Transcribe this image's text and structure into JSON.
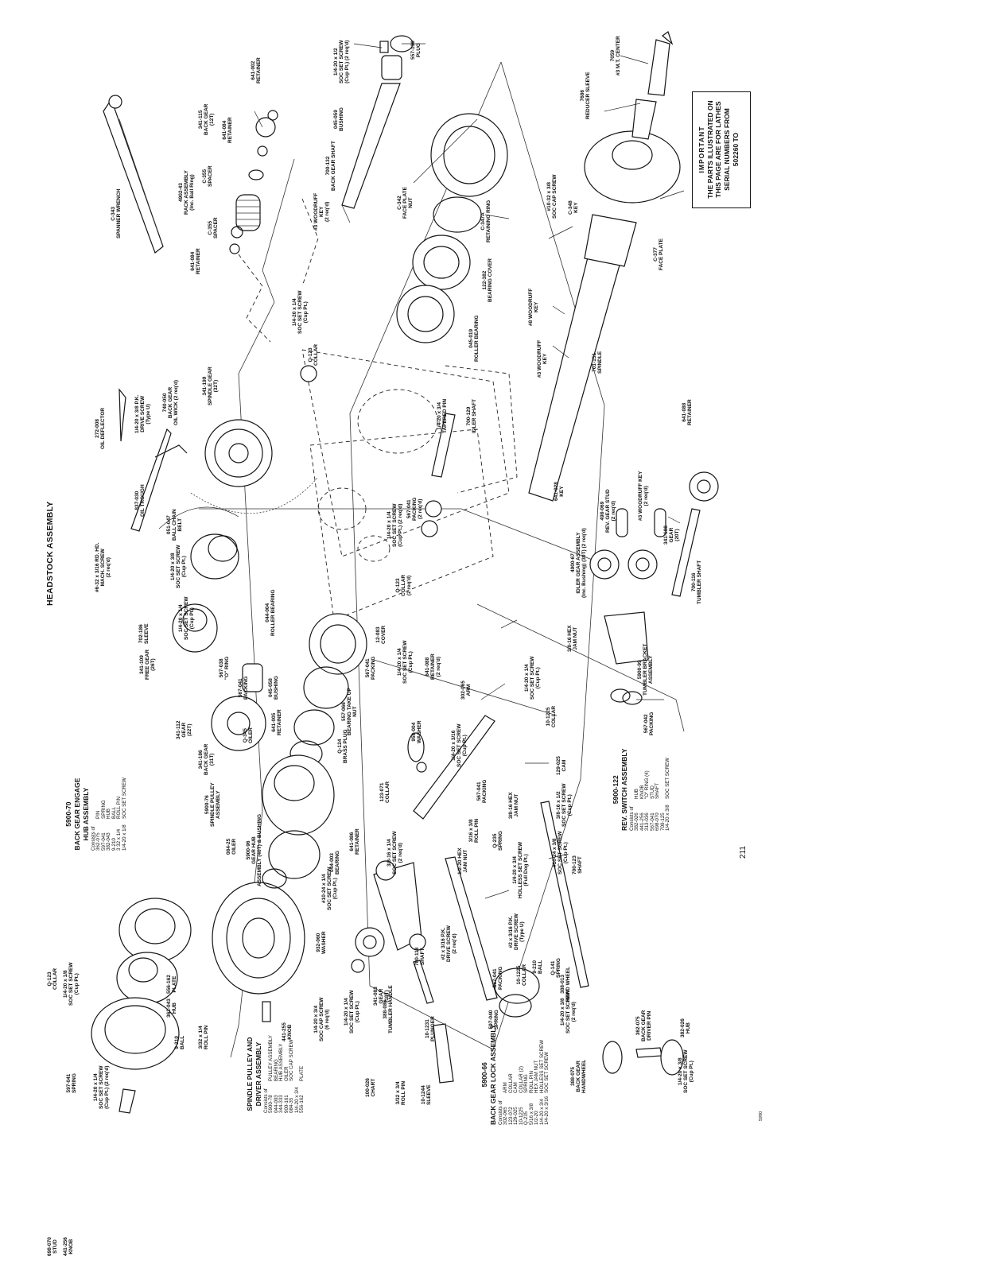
{
  "page_title": "HEADSTOCK ASSEMBLY",
  "page_number": "211",
  "corner_code": "5990",
  "important_box": {
    "heading": "IMPORTANT",
    "lines": [
      "THE PARTS ILLUSTRATED ON",
      "THIS PAGE ARE FOR LATHES",
      "SERIAL NUMBERS FROM",
      "502260 TO"
    ]
  },
  "assemblies": {
    "back_gear_engage": {
      "number": "5900-70",
      "title_1": "BACK GEAR ENGAGE",
      "title_2": "HUB ASSEMBLY",
      "consists": "Consists of",
      "items": [
        [
          "362-075",
          "PIN"
        ],
        [
          "597-041",
          "SPRING"
        ],
        [
          "382-043",
          "HUB"
        ],
        [
          "9-210",
          "BALL"
        ],
        [
          "3 32 x 1/4",
          "ROLL PIN"
        ],
        [
          "1/4-20 x 1/8",
          "SOC SET SCREW"
        ]
      ]
    },
    "spindle_pulley": {
      "title_1": "SPINDLE PULLEY AND",
      "title_2": "DRIVER ASSEMBLY",
      "consists": "Consists of",
      "items": [
        [
          "5900-78",
          "PULLEY ASSEMBLY"
        ],
        [
          "044-003",
          "BEARING"
        ],
        [
          "344-333",
          "HUB ASSEMBLY"
        ],
        [
          "900-161",
          "OILER"
        ],
        [
          "084-35",
          "SOC CAP SCREW"
        ],
        [
          "1/4-20 x 3/4",
          ""
        ],
        [
          "556-162",
          "PLATE"
        ]
      ]
    },
    "back_gear_lock": {
      "number": "5900-66",
      "title_1": "BACK GEAR LOCK ASSEMBLY",
      "consists": "Consists of",
      "items": [
        [
          "302-065",
          "ARM"
        ],
        [
          "123-072",
          "COLLAR"
        ],
        [
          "129-025",
          "CAM"
        ],
        [
          "10-1225",
          "COLLAR (2)"
        ],
        [
          "Q-235",
          "SPRING"
        ],
        [
          "5/16 x 3/8",
          "ROLL PIN"
        ],
        [
          "1/2-20",
          "HEX JAM NUT"
        ],
        [
          "1/4-20 x 3/4",
          "HOLLESS SET SCREW"
        ],
        [
          "1/4-20 x 3/16",
          "SOC SET SCREW"
        ]
      ]
    },
    "rev_switch": {
      "number": "5900-122",
      "title_1": "REV. SWITCH ASSEMBLY",
      "consists": "Consists of",
      "items": [
        [
          "382-026",
          "HUB"
        ],
        [
          "441-256",
          "KNOB"
        ],
        [
          "313-036",
          "\"O\" RING (4)"
        ],
        [
          "567-041",
          "STUD"
        ],
        [
          "698-070",
          "SHAFT"
        ],
        [
          "700-125",
          ""
        ],
        [
          "1/4-20 x 3/8",
          "SOC SET SCREW"
        ]
      ]
    }
  },
  "parts": [
    {
      "code": "C-343",
      "name": "SPANNER WRENCH"
    },
    {
      "code": "641-084",
      "name": "RETAINER"
    },
    {
      "code": "C-355",
      "name": "SPACER"
    },
    {
      "code": "4902-43",
      "name": "RACK ASSEMBLY",
      "note": "(Inc. Ball Ring)"
    },
    {
      "code": "C-355",
      "name": "SPACER"
    },
    {
      "code": "641-084",
      "name": "RETAINER"
    },
    {
      "code": "341-115",
      "name": "BACK GEAR",
      "note": "(12T)"
    },
    {
      "code": "641-002",
      "name": "RETAINER"
    },
    {
      "code": "1/4-20 x 1/2",
      "name": "SOC SET SCREW",
      "note": "(Cup Pt.) (2 req'd)"
    },
    {
      "code": "557-130",
      "name": "PLUG"
    },
    {
      "code": "045-059",
      "name": "BUSHING"
    },
    {
      "code": "700-132",
      "name": "BACK GEAR SHAFT"
    },
    {
      "code": "#3 WOODRUFF",
      "name": "KEY",
      "note": "(2 req'd)"
    },
    {
      "code": "C-342",
      "name": "FACE PLATE",
      "note": "NUT"
    },
    {
      "code": "C-347A",
      "name": "RETAINING RING"
    },
    {
      "code": "122-382",
      "name": "BEARING COVER"
    },
    {
      "code": "045-019",
      "name": "ROLLER BEARING"
    },
    {
      "code": "1/4-20 x 1/4",
      "name": "SOC SET SCREW",
      "note": "(Cup Pt.)"
    },
    {
      "code": "Q-123",
      "name": "COLLAR"
    },
    {
      "code": "7059",
      "name": "#3 M.T. CENTER"
    },
    {
      "code": "7686",
      "name": "REDUCER SLEEVE"
    },
    {
      "code": "#10-32 x 3/8",
      "name": "SOC CAP SCREW"
    },
    {
      "code": "C-348",
      "name": "KEY"
    },
    {
      "code": "C-377",
      "name": "FACE PLATE"
    },
    {
      "code": "#8 WOODRUFF",
      "name": "KEY"
    },
    {
      "code": "701-151",
      "name": "SPINDLE"
    },
    {
      "code": "#3 WOODRUFF",
      "name": "KEY"
    },
    {
      "code": "272-008",
      "name": "OIL DEFLECTOR"
    },
    {
      "code": "1/4-20 x 3/8 P.K.",
      "name": "DRIVE SCREW",
      "note": "(Type U)"
    },
    {
      "code": "740-050",
      "name": "BACK GEAR",
      "note": "OIL WICK (2 req'd)"
    },
    {
      "code": "341-199",
      "name": "SPINDLE GEAR",
      "note": "(32T)"
    },
    {
      "code": "837-030",
      "name": "OIL TROUGH"
    },
    {
      "code": "051-047",
      "name": "BALL CHAIN",
      "note": "BELT"
    },
    {
      "code": "1/4-20 x 3/4",
      "name": "TAPERED PIN"
    },
    {
      "code": "700-129",
      "name": "IDLER SHAFT"
    },
    {
      "code": "567-041",
      "name": "PACKING",
      "note": "(2 req'd)"
    },
    {
      "code": "1/4-20 x 1/4",
      "name": "SOC SET SCREW",
      "note": "(Cup Pt.) (2 req'd)"
    },
    {
      "code": "Q-123",
      "name": "COLLAR",
      "note": "(2 req'd)"
    },
    {
      "code": "641-028",
      "name": "KEY"
    },
    {
      "code": "498-069",
      "name": "REV. GEAR STUD",
      "note": "(2 req'd)"
    },
    {
      "code": "#3 WOODRUFF KEY",
      "name": "",
      "note": "(2 req'd)"
    },
    {
      "code": "641-088",
      "name": "RETAINER"
    },
    {
      "code": "341-108",
      "name": "GEAR",
      "note": "(20T)"
    },
    {
      "code": "700-116",
      "name": "TUMBLER SHAFT"
    },
    {
      "code": "4900-67",
      "name": "IDLER GEAR ASSEMBLY",
      "note": "(Inc. Bushing) (30T) (2 req'd)"
    },
    {
      "code": "3/8-16 HEX",
      "name": "JAM NUT"
    },
    {
      "code": "5900-99",
      "name": "TUMBLER BRACKET",
      "note": "ASSEMBLY"
    },
    {
      "code": "567-042",
      "name": "PACKING"
    },
    {
      "code": "#6-32 x 3/16 RD. HD.",
      "name": "MACH. SCREW",
      "note": "(2 req'd)"
    },
    {
      "code": "1/4-20 x 3/8",
      "name": "SOC SET SCREW",
      "note": "(Cup Pt.)"
    },
    {
      "code": "702-186",
      "name": "SLEEVE"
    },
    {
      "code": "1/4-20 x 1/4",
      "name": "SOC SET SCREW",
      "note": "(Cup Pt.)"
    },
    {
      "code": "341-109",
      "name": "FREE GEAR",
      "note": "(26T)"
    },
    {
      "code": "567-038",
      "name": "\"O\" RING"
    },
    {
      "code": "044-004",
      "name": "ROLLER BEARING"
    },
    {
      "code": "567-041",
      "name": "PACKING"
    },
    {
      "code": "12-083",
      "name": "COVER"
    },
    {
      "code": "567-041",
      "name": "PACKING"
    },
    {
      "code": "Q-345",
      "name": "OILER"
    },
    {
      "code": "045-058",
      "name": "BUSHING"
    },
    {
      "code": "1/4-20 x 1/4",
      "name": "SOC SET SCREW",
      "note": "(Cup Pt.)"
    },
    {
      "code": "641-088",
      "name": "RETAINER",
      "note": "(2 req'd)"
    },
    {
      "code": "341-112",
      "name": "GEAR",
      "note": "(22T)"
    },
    {
      "code": "341-186",
      "name": "BACK GEAR",
      "note": "(31T)"
    },
    {
      "code": "641-005",
      "name": "RETAINER"
    },
    {
      "code": "Q-124",
      "name": "BRASS PLUG"
    },
    {
      "code": "557-066",
      "name": "BEARING TAKE UP",
      "note": "NUT"
    },
    {
      "code": "959-004",
      "name": "WASHER"
    },
    {
      "code": "123-071",
      "name": "COLLAR"
    },
    {
      "code": "1/4-20 x 3/16",
      "name": "SOC SET SCREW",
      "note": "(Cup Pt.)"
    },
    {
      "code": "302-065",
      "name": "ARM"
    },
    {
      "code": "1/4-20 x 1/4",
      "name": "SOC SET SCREW",
      "note": "(Cup Pt.)"
    },
    {
      "code": "10-1225",
      "name": "COLLAR"
    },
    {
      "code": "129-025",
      "name": "CAM"
    },
    {
      "code": "567-041",
      "name": "PACKING"
    },
    {
      "code": "3/8-16 HEX",
      "name": "JAM NUT"
    },
    {
      "code": "Q-235",
      "name": "SPRING"
    },
    {
      "code": "3/8-16 x 1/2",
      "name": "SOC SET SCREW",
      "note": "(Cup Pt.)"
    },
    {
      "code": "#10-24 x 3/8",
      "name": "SOC SET SCREW",
      "note": "(Cup Pt.)"
    },
    {
      "code": "3/16 x 3/8",
      "name": "ROLL PIN"
    },
    {
      "code": "700-123",
      "name": "SHAFT"
    },
    {
      "code": "5900-76",
      "name": "SPINDLE PULLEY",
      "note": "ASSEMBLY"
    },
    {
      "code": "084-25",
      "name": "OILER"
    },
    {
      "code": "5900-96",
      "name": "GEAR HUB",
      "note": "ASSEMBLY (40T) & BUSHING"
    },
    {
      "code": "641-086",
      "name": "RETAINER"
    },
    {
      "code": "044-003",
      "name": "BEARING"
    },
    {
      "code": "3/8-16 x 1/4",
      "name": "SOC SET SCREW",
      "note": "(2 req'd)"
    },
    {
      "code": "1/2-20 HEX",
      "name": "JAM NUT"
    },
    {
      "code": "1/4-20 x 3/4",
      "name": "HOLLESS SET SCREW",
      "note": "(Full Dog Pt.)"
    },
    {
      "code": "#2 x 3/16 P.K.",
      "name": "DRIVE SCREW",
      "note": "(Type U)"
    },
    {
      "code": "10-1225",
      "name": "COLLAR"
    },
    {
      "code": "567-041",
      "name": "PACKING"
    },
    {
      "code": "9-210",
      "name": "BALL"
    },
    {
      "code": "Q-141",
      "name": "SPRING"
    },
    {
      "code": "388-013",
      "name": "HAND WHEEL"
    },
    {
      "code": "1/4-20 x 3/8",
      "name": "SOC SET SCREW",
      "note": "(2 req'd)"
    },
    {
      "code": "#2 x 3/16 P.K.",
      "name": "DRIVE SCREW",
      "note": "(2 req'd)"
    },
    {
      "code": "700-118",
      "name": "SHAFT"
    },
    {
      "code": "#10-24 x 1/4",
      "name": "SOC SET SCREW",
      "note": "(Cup Pt.)"
    },
    {
      "code": "932-060",
      "name": "WASHER"
    },
    {
      "code": "341-083",
      "name": "GEAR",
      "note": "(18T)"
    },
    {
      "code": "388-086",
      "name": "TUMBLER HANDLE"
    },
    {
      "code": "10-1231",
      "name": "PLUNGER"
    },
    {
      "code": "597-040",
      "name": "SPRING"
    },
    {
      "code": "100-026",
      "name": "CHART"
    },
    {
      "code": "3/32 x 3/4",
      "name": "ROLL PIN"
    },
    {
      "code": "10-1244",
      "name": "SLEEVE"
    },
    {
      "code": "441-255",
      "name": "KNOB"
    },
    {
      "code": "1/4-20 x 3/4",
      "name": "SOC CAP SCREW",
      "note": "(6 req'd)"
    },
    {
      "code": "1/4-20 x 1/4",
      "name": "SOC SET SCREW",
      "note": "(Cup Pt.)"
    },
    {
      "code": "Q-123",
      "name": "COLLAR"
    },
    {
      "code": "1/4-20 x 1/8",
      "name": "SOC SET SCREW",
      "note": "(Cup Pt.)"
    },
    {
      "code": "556-162",
      "name": "PLATE"
    },
    {
      "code": "362-043",
      "name": "HUB"
    },
    {
      "code": "9-210",
      "name": "BALL"
    },
    {
      "code": "3/32 x 1/4",
      "name": "ROLL PIN"
    },
    {
      "code": "597-041",
      "name": "SPRING"
    },
    {
      "code": "1/4-20 x 1/4",
      "name": "SOC SET SCREW",
      "note": "(Cup Pt.) (2 req'd)"
    },
    {
      "code": "388-075",
      "name": "BACK GEAR",
      "note": "HANDWHEEL"
    },
    {
      "code": "362-075",
      "name": "BACK GEAR",
      "note": "DRIVER PIN"
    },
    {
      "code": "382-026",
      "name": "HUB"
    },
    {
      "code": "1/4-20 x 3/8",
      "name": "SOC SET SCREW",
      "note": "(Cup Pt.)"
    },
    {
      "code": "698-070",
      "name": "STUD"
    },
    {
      "code": "441-256",
      "name": "KNOB"
    }
  ]
}
